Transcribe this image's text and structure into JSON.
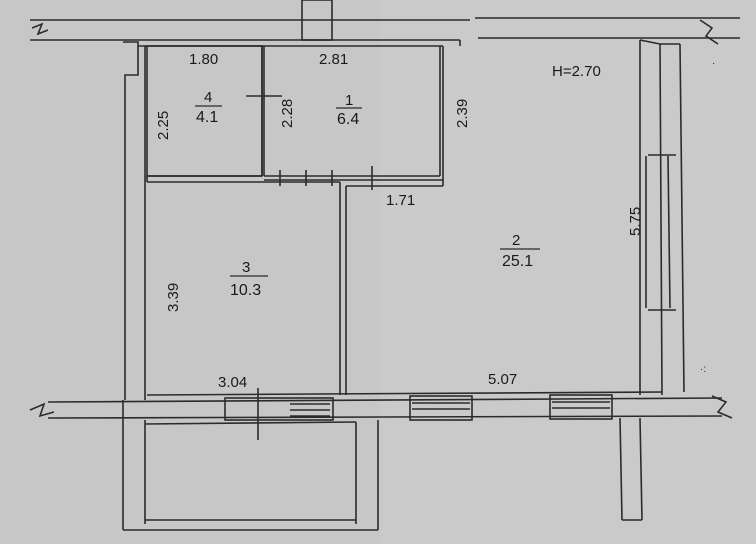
{
  "plan": {
    "ceiling_height": "H=2.70",
    "rooms": [
      {
        "number": "1",
        "area": "6.4"
      },
      {
        "number": "2",
        "area": "25.1"
      },
      {
        "number": "3",
        "area": "10.3"
      },
      {
        "number": "4",
        "area": "4.1"
      }
    ],
    "dimensions": {
      "room4_width": "1.80",
      "room4_height": "2.25",
      "room1_width": "2.81",
      "room1_height_left": "2.28",
      "room1_height_right": "2.39",
      "hall_door": "1.71",
      "room2_height": "5.75",
      "room3_height": "3.39",
      "room3_width": "3.04",
      "room2_width": "5.07"
    }
  }
}
